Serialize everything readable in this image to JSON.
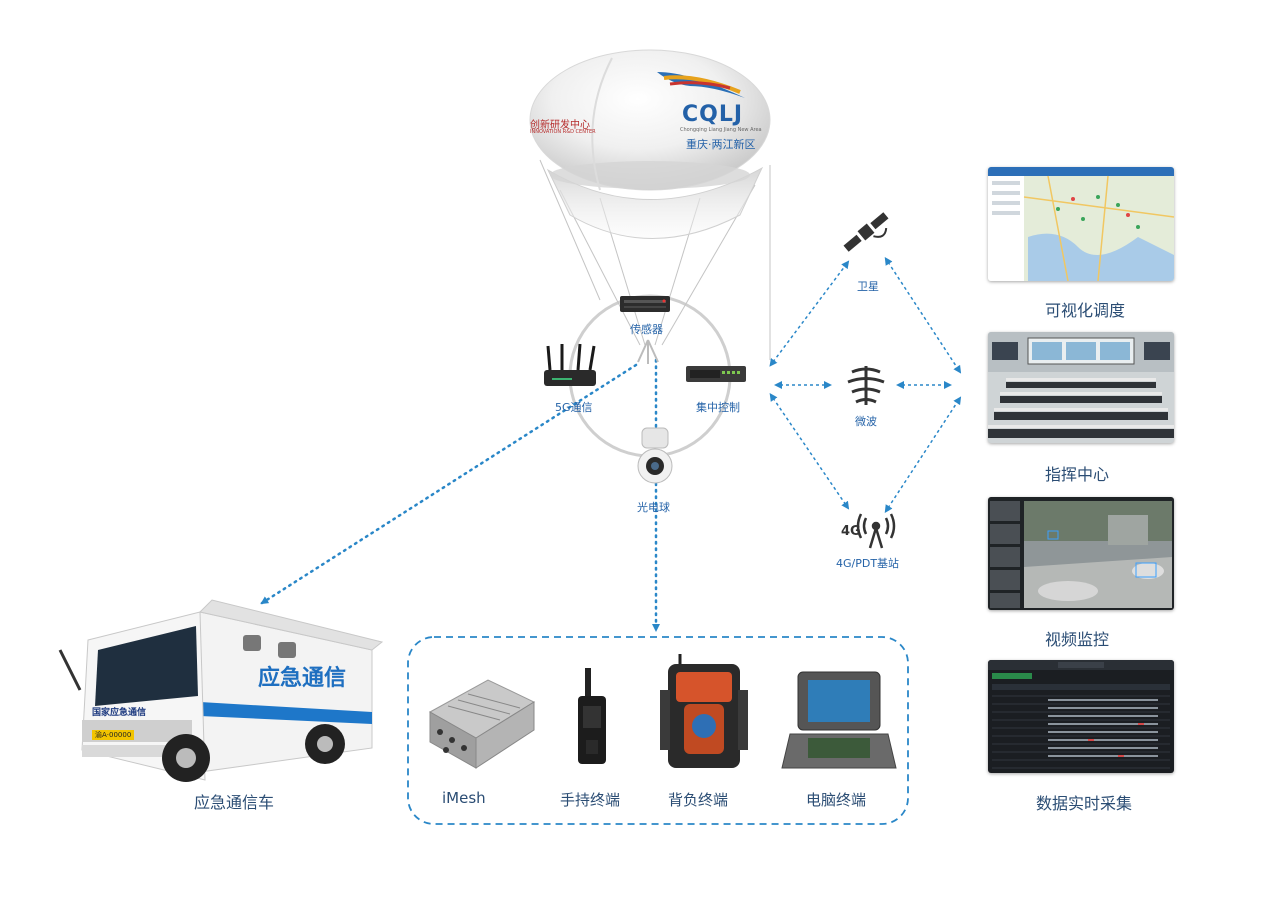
{
  "balloon": {
    "brand": "CQLJ",
    "brand_sub": "Chongqing Liang Jiang New Area",
    "region": "重庆·两江新区",
    "side_text": "创新研发中心",
    "side_sub": "INNOVATION R&D CENTER"
  },
  "payload": {
    "sensor": "传感器",
    "comm_5g": "5G通信",
    "central_control": "集中控制",
    "camera": "光电球"
  },
  "links": {
    "satellite": "卫星",
    "microwave": "微波",
    "base_station": "4G/PDT基站",
    "base_station_glyph": "4G"
  },
  "vehicle": {
    "label": "应急通信车",
    "body_text": "应急通信",
    "door_text": "国家应急通信",
    "plate": "渝A·00000"
  },
  "terminals": {
    "imesh": "iMesh",
    "handheld": "手持终端",
    "backpack": "背负终端",
    "laptop": "电脑终端"
  },
  "outputs": {
    "visual_dispatch": "可视化调度",
    "command_center": "指挥中心",
    "video_monitoring": "视频监控",
    "data_collection": "数据实时采集"
  },
  "colors": {
    "accent": "#2a87c8",
    "label": "#2b4d74",
    "ring": "#c8c8c8"
  }
}
